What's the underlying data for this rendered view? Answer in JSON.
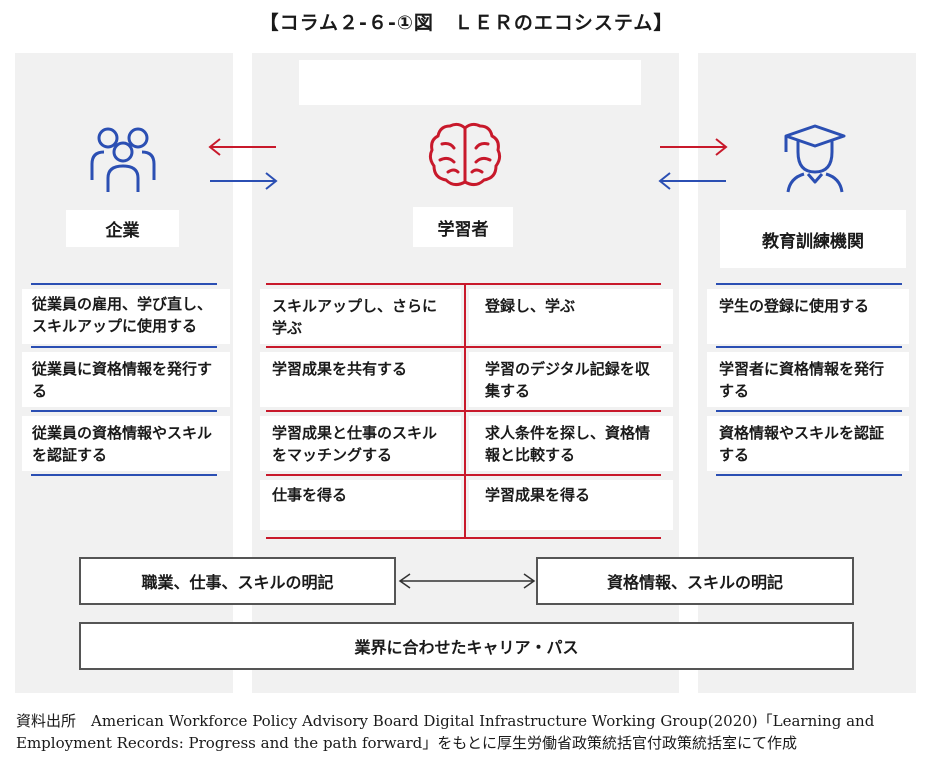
{
  "title": "【コラム２-６-①図　ＬＥＲのエコシステム】",
  "companies": {
    "header": "企業",
    "icon": "group-of-people-icon",
    "items": [
      "従業員の雇用、学び直し、スキルアップに使用する",
      "従業員に資格情報を発行する",
      "従業員の資格情報やスキルを認証する"
    ]
  },
  "learner": {
    "header": "学習者",
    "icon": "brain-icon",
    "left_items": [
      "スキルアップし、さらに学ぶ",
      "学習成果を共有する",
      "学習成果と仕事のスキルをマッチングする",
      "仕事を得る"
    ],
    "right_items": [
      "登録し、学ぶ",
      "学習のデジタル記録を収集する",
      "求人条件を探し、資格情報と比較する",
      "学習成果を得る"
    ]
  },
  "institutions": {
    "header": "教育訓練機関",
    "icon": "graduate-icon",
    "items": [
      "学生の登録に使用する",
      "学習者に資格情報を発行する",
      "資格情報やスキルを認証する"
    ]
  },
  "bottom": {
    "left_box": "職業、仕事、スキルの明記",
    "right_box": "資格情報、スキルの明記",
    "wide_box": "業界に合わせたキャリア・パス"
  },
  "source": {
    "label": "資料出所",
    "text": "American Workforce Policy Advisory Board Digital Infrastructure Working Group(2020)「Learning and Employment Records: Progress and the path forward」をもとに厚生労働省政策統括官付政策統括室にて作成"
  },
  "colors": {
    "red": "#c8192b",
    "blue": "#2b4fb3",
    "panel": "#f1f1f1"
  }
}
